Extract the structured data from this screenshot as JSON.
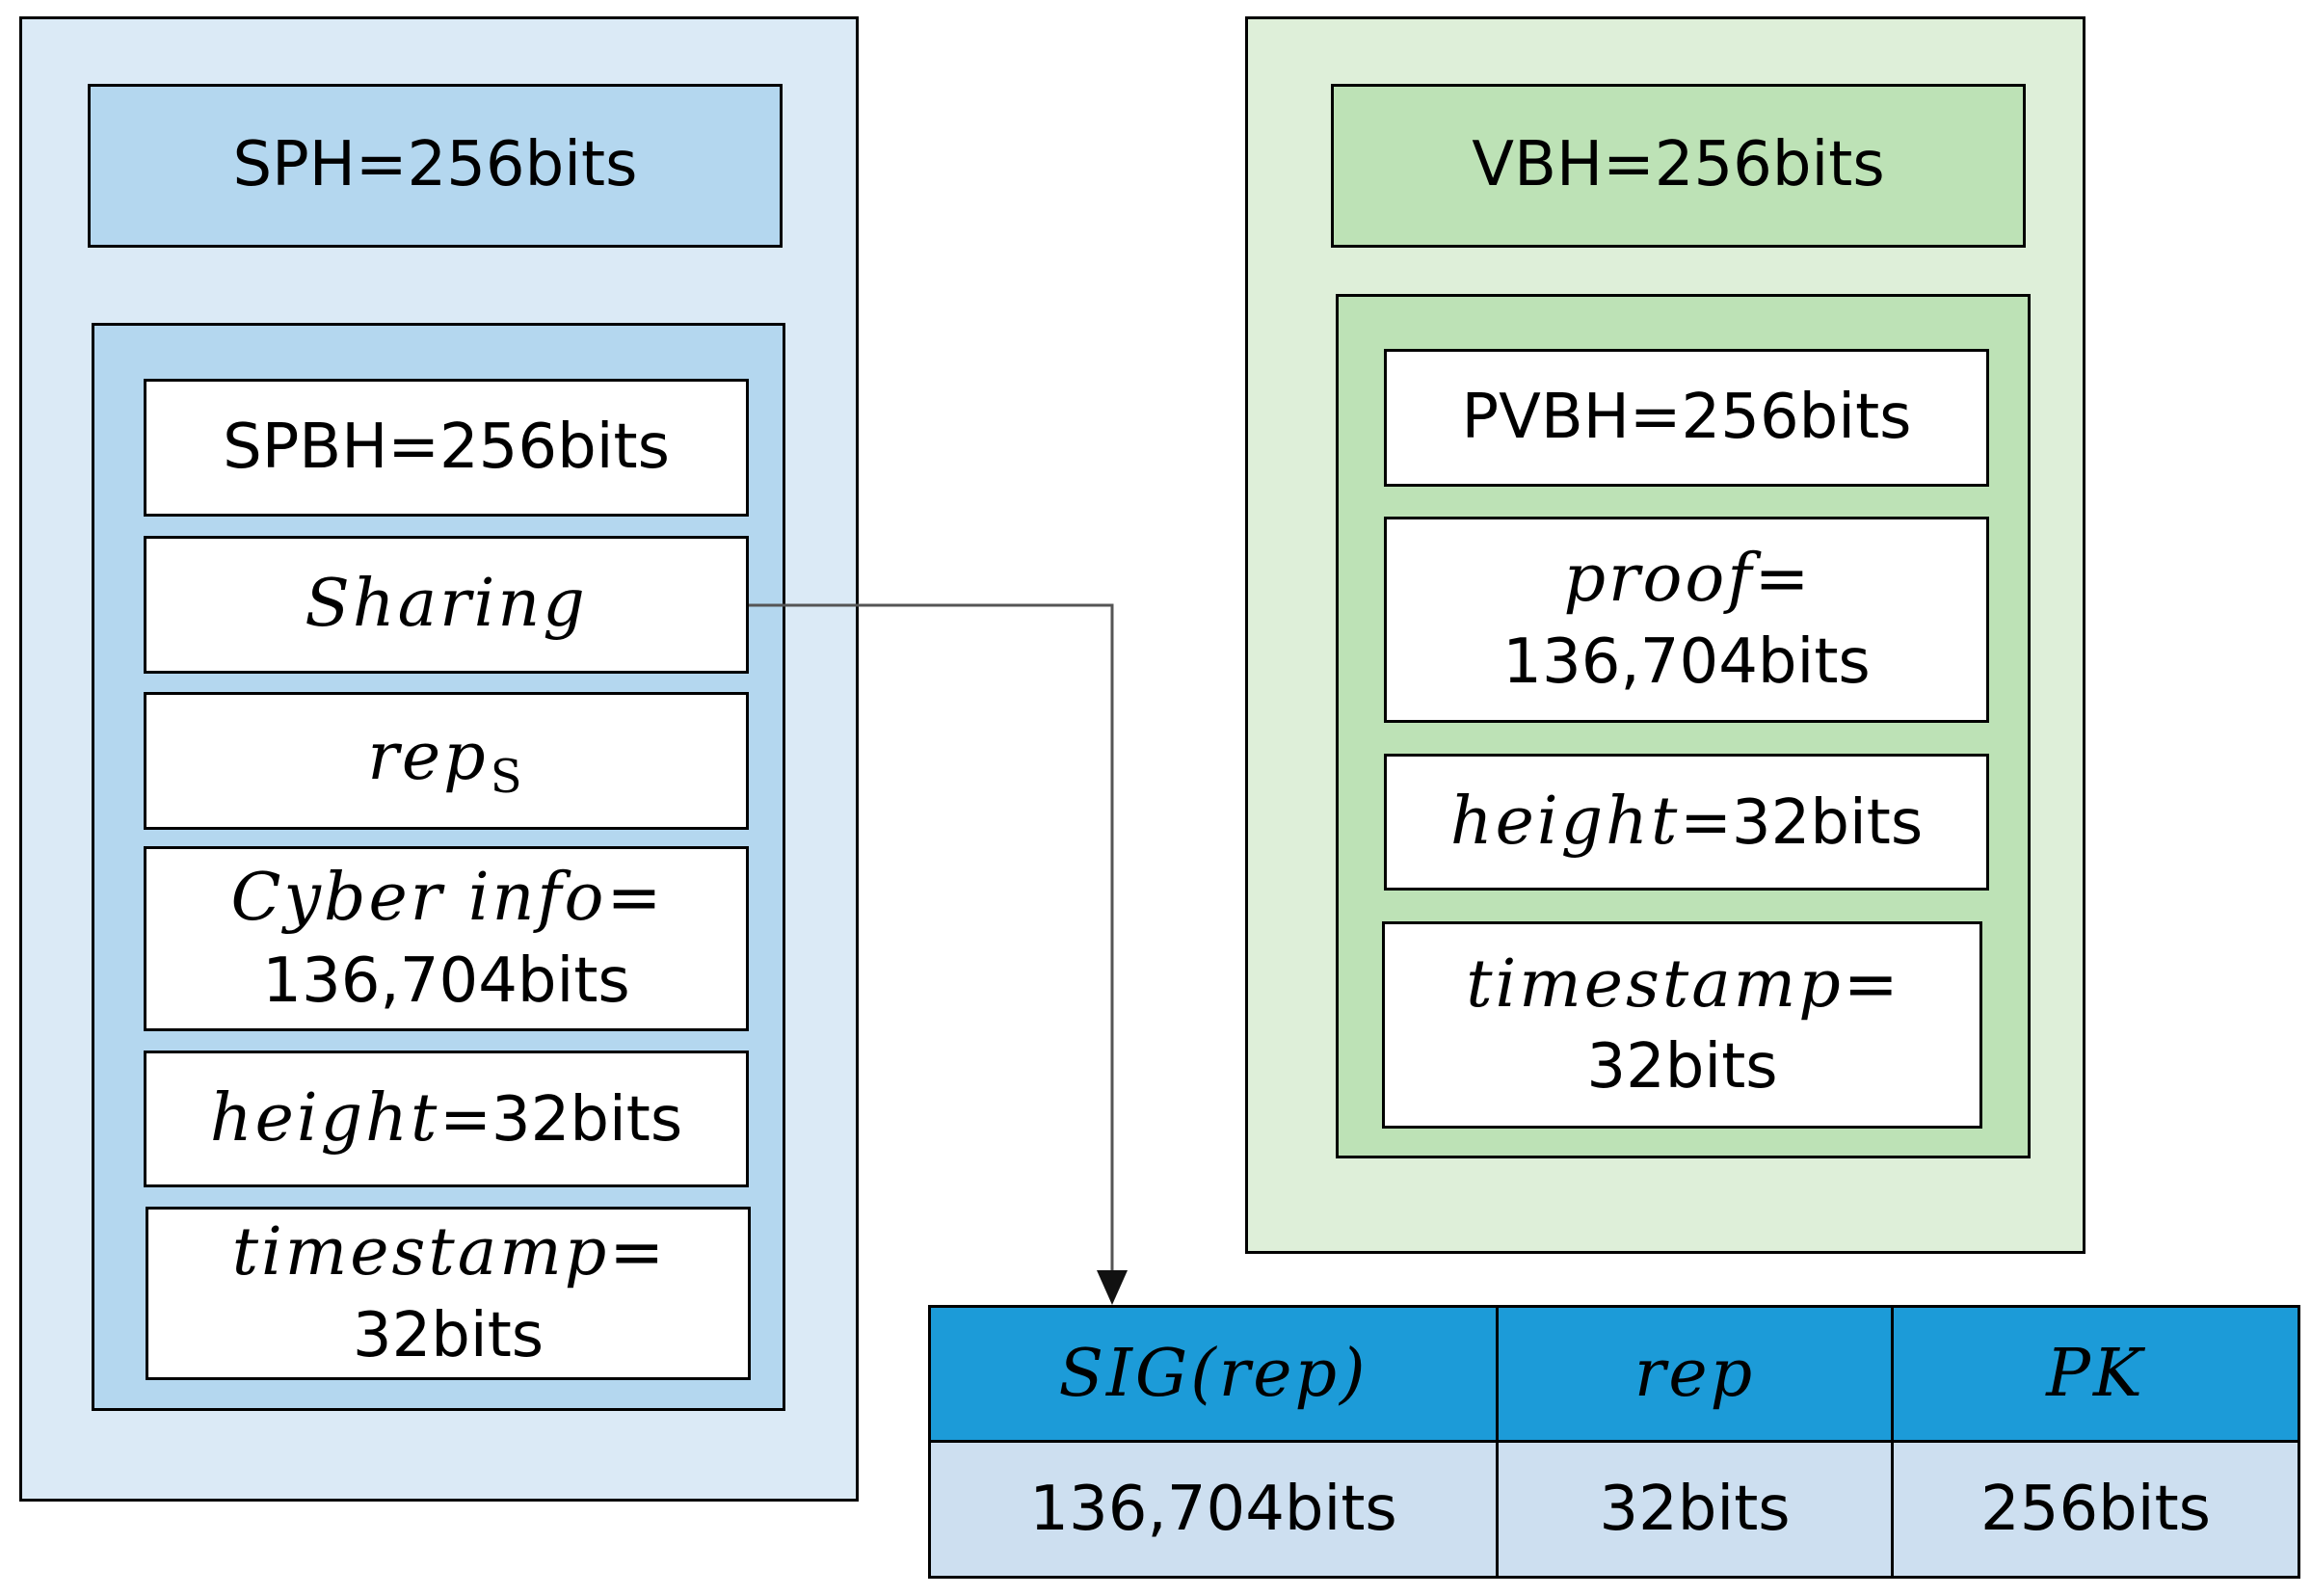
{
  "left_block": {
    "header": "SPH=256bits",
    "items": {
      "spbh": "SPBH=256bits",
      "sharing": "Sharing",
      "rep_s": {
        "main": "rep",
        "sub": "S"
      },
      "cyber_info": {
        "label": "Cyber info",
        "eq": "=",
        "value": "136,704bits"
      },
      "height": {
        "label": "height",
        "value": "=32bits"
      },
      "timestamp": {
        "label": "timestamp",
        "eq": "=",
        "value": "32bits"
      }
    }
  },
  "right_block": {
    "header": "VBH=256bits",
    "items": {
      "pvbh": "PVBH=256bits",
      "proof": {
        "label": "proof",
        "eq": "=",
        "value": "136,704bits"
      },
      "height": {
        "label": "height",
        "value": "=32bits"
      },
      "timestamp": {
        "label": "timestamp",
        "eq": "=",
        "value": "32bits"
      }
    }
  },
  "sharing_table": {
    "headers": [
      "SIG(rep)",
      "rep",
      "PK"
    ],
    "values": [
      "136,704bits",
      "32bits",
      "256bits"
    ]
  },
  "colors": {
    "left_outer": "#dbeaf6",
    "left_inner": "#b4d7ef",
    "right_outer": "#deefd9",
    "right_inner": "#bde2b6",
    "table_header": "#1c9bd8",
    "table_body": "#cddff0",
    "arrow": "#555555"
  }
}
